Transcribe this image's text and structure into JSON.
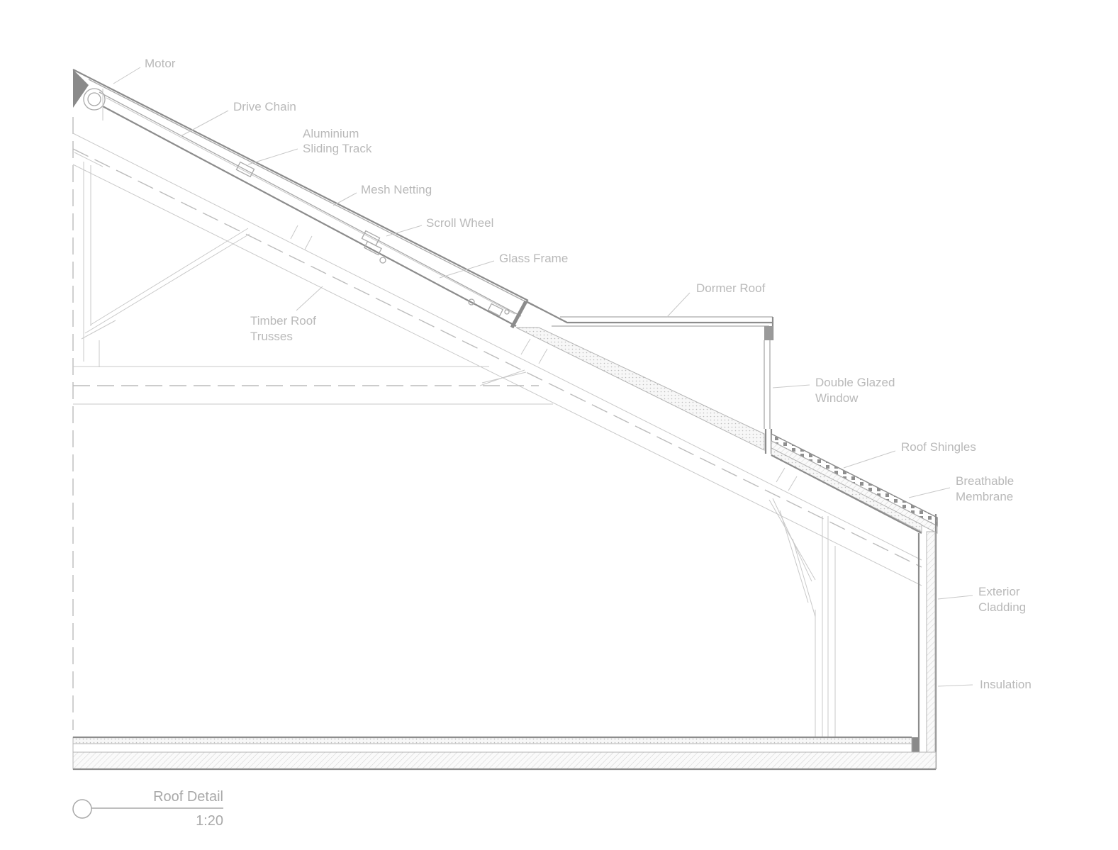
{
  "drawing": {
    "labels": {
      "motor": "Motor",
      "drive_chain": "Drive Chain",
      "track_l1": "Aluminium",
      "track_l2": "Sliding Track",
      "mesh": "Mesh Netting",
      "scroll": "Scroll Wheel",
      "glass": "Glass Frame",
      "truss_l1": "Timber Roof",
      "truss_l2": "Trusses",
      "dormer": "Dormer Roof",
      "window_l1": "Double Glazed",
      "window_l2": "Window",
      "shingles": "Roof Shingles",
      "membrane_l1": "Breathable",
      "membrane_l2": "Membrane",
      "cladding_l1": "Exterior",
      "cladding_l2": "Cladding",
      "insulation": "Insulation"
    },
    "title": {
      "name": "Roof Detail",
      "scale": "1:20"
    }
  }
}
